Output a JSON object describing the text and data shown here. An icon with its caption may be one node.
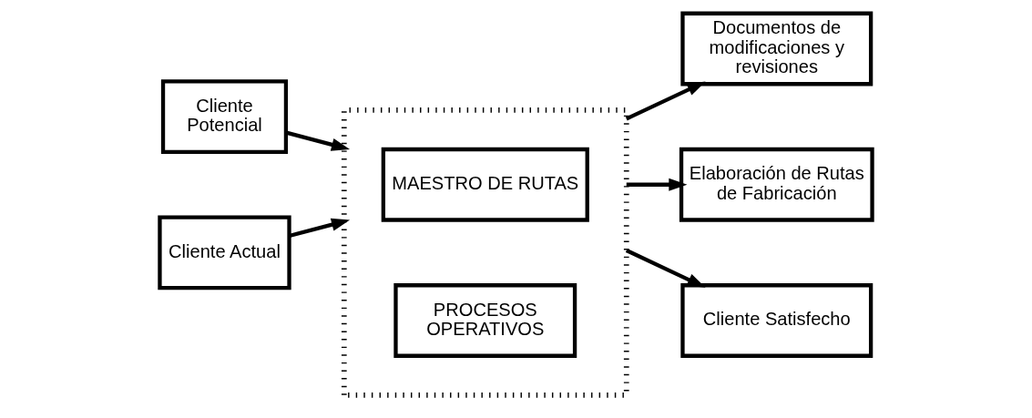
{
  "diagram": {
    "nodes": [
      {
        "text": [
          "Cliente Potencial"
        ]
      },
      {
        "text": [
          "Cliente Actual"
        ]
      },
      {
        "text": [],
        "shape": "box"
      },
      {
        "text": [
          "MAESTRO DE RUTAS"
        ],
        "in": 2
      },
      {
        "text": [
          "PROCESOS OPERATIVOS"
        ],
        "in": 2
      },
      {
        "text": [
          "Documentos de modificaciones y revisiones"
        ]
      },
      {
        "text": [
          "Elaboración de Rutas de Fabricación"
        ]
      },
      {
        "text": [
          "Cliente Satisfecho"
        ]
      }
    ],
    "edges": [
      {
        "from": 0,
        "to": 2,
        "arrow": "to"
      },
      {
        "from": 1,
        "to": 2,
        "arrow": "to"
      },
      {
        "from": 2,
        "to": 5,
        "arrow": "to"
      },
      {
        "from": 2,
        "to": 6,
        "arrow": "to"
      },
      {
        "from": 2,
        "to": 7,
        "arrow": "to"
      }
    ]
  }
}
